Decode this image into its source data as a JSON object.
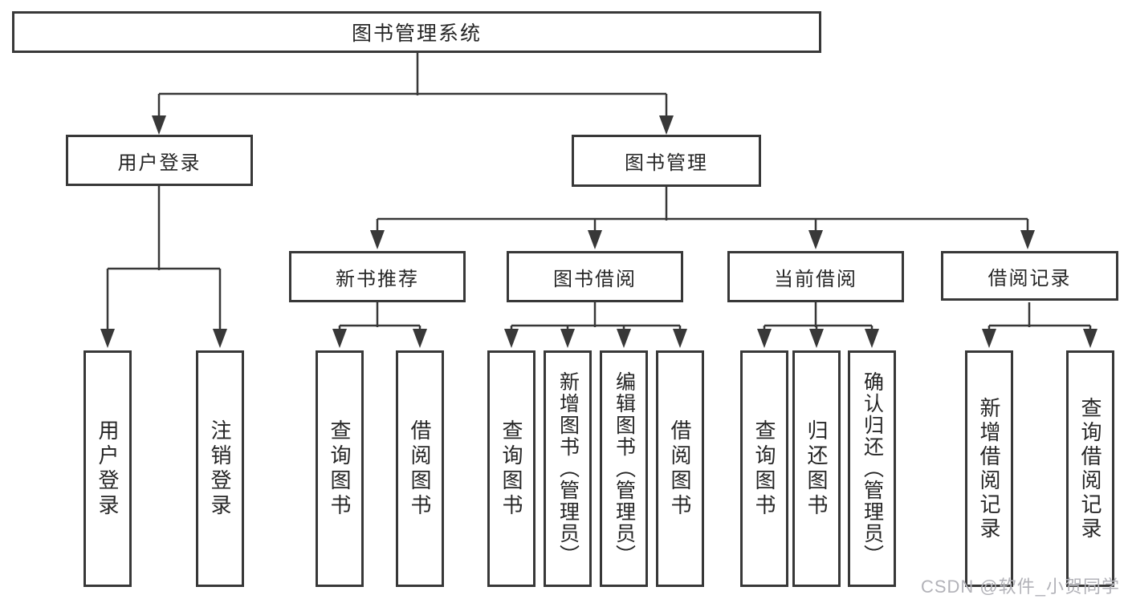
{
  "nodes": {
    "root": "图书管理系统",
    "user_login": "用户登录",
    "book_management": "图书管理",
    "new_book_recommend": "新书推荐",
    "book_borrowing": "图书借阅",
    "current_borrowing": "当前借阅",
    "borrowing_records": "借阅记录",
    "leaf_user_login": "用户登录",
    "leaf_logout": "注销登录",
    "leaf_query_books_a": "查询图书",
    "leaf_borrow_books_a": "借阅图书",
    "leaf_query_books_b": "查询图书",
    "leaf_add_books_admin": "新增图书（管理员）",
    "leaf_edit_books_admin": "编辑图书（管理员）",
    "leaf_borrow_books_b": "借阅图书",
    "leaf_query_books_c": "查询图书",
    "leaf_return_books": "归还图书",
    "leaf_confirm_return_admin": "确认归还（管理员）",
    "leaf_add_borrow_record": "新增借阅记录",
    "leaf_query_borrow_record": "查询借阅记录"
  },
  "watermark": {
    "text": "CSDN @软件_小贺同学",
    "color": "#b2b2b8"
  },
  "style": {
    "line_color": "#383838",
    "box_background": "#ffffff",
    "text_color": "#262626"
  }
}
